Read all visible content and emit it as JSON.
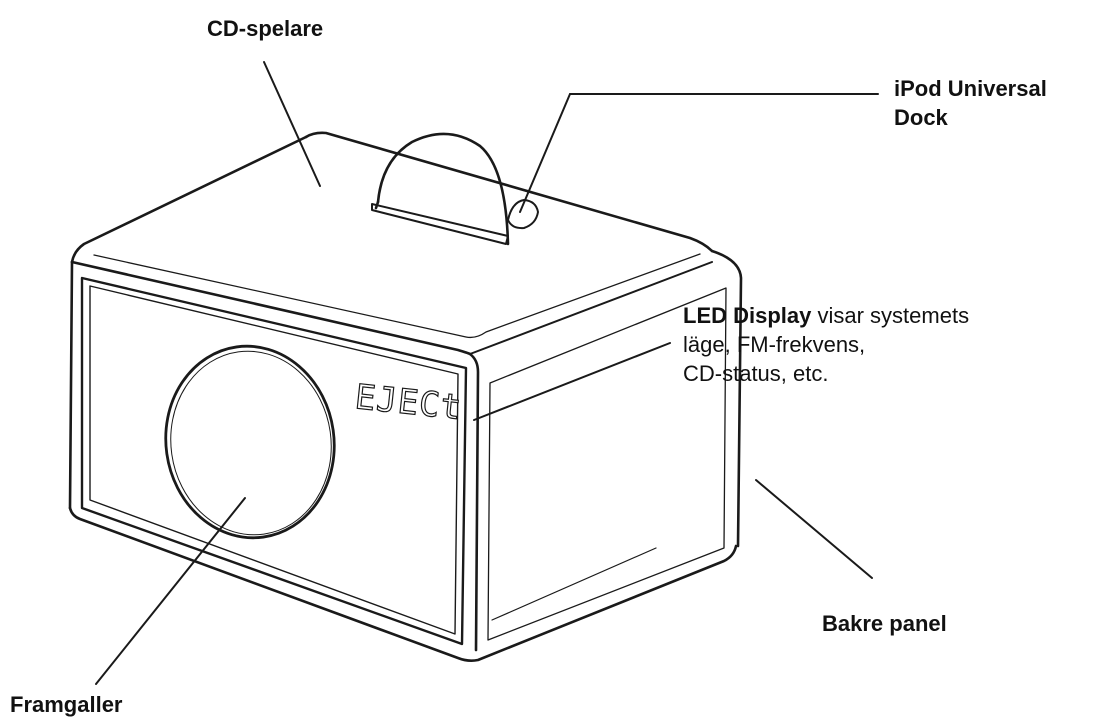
{
  "labels": {
    "cd_player": "CD-spelare",
    "ipod_dock": {
      "line1": "iPod Universal",
      "line2": "Dock"
    },
    "led_display": {
      "title": "LED Display",
      "text1": " visar systemets",
      "text2": "läge, FM-frekvens,",
      "text3": "CD-status, etc."
    },
    "back_panel": "Bakre panel",
    "front_grille": "Framgaller"
  },
  "display_readout": "EJECt",
  "colors": {
    "line": "#1a1a1a",
    "text": "#111111",
    "background": "#ffffff"
  }
}
